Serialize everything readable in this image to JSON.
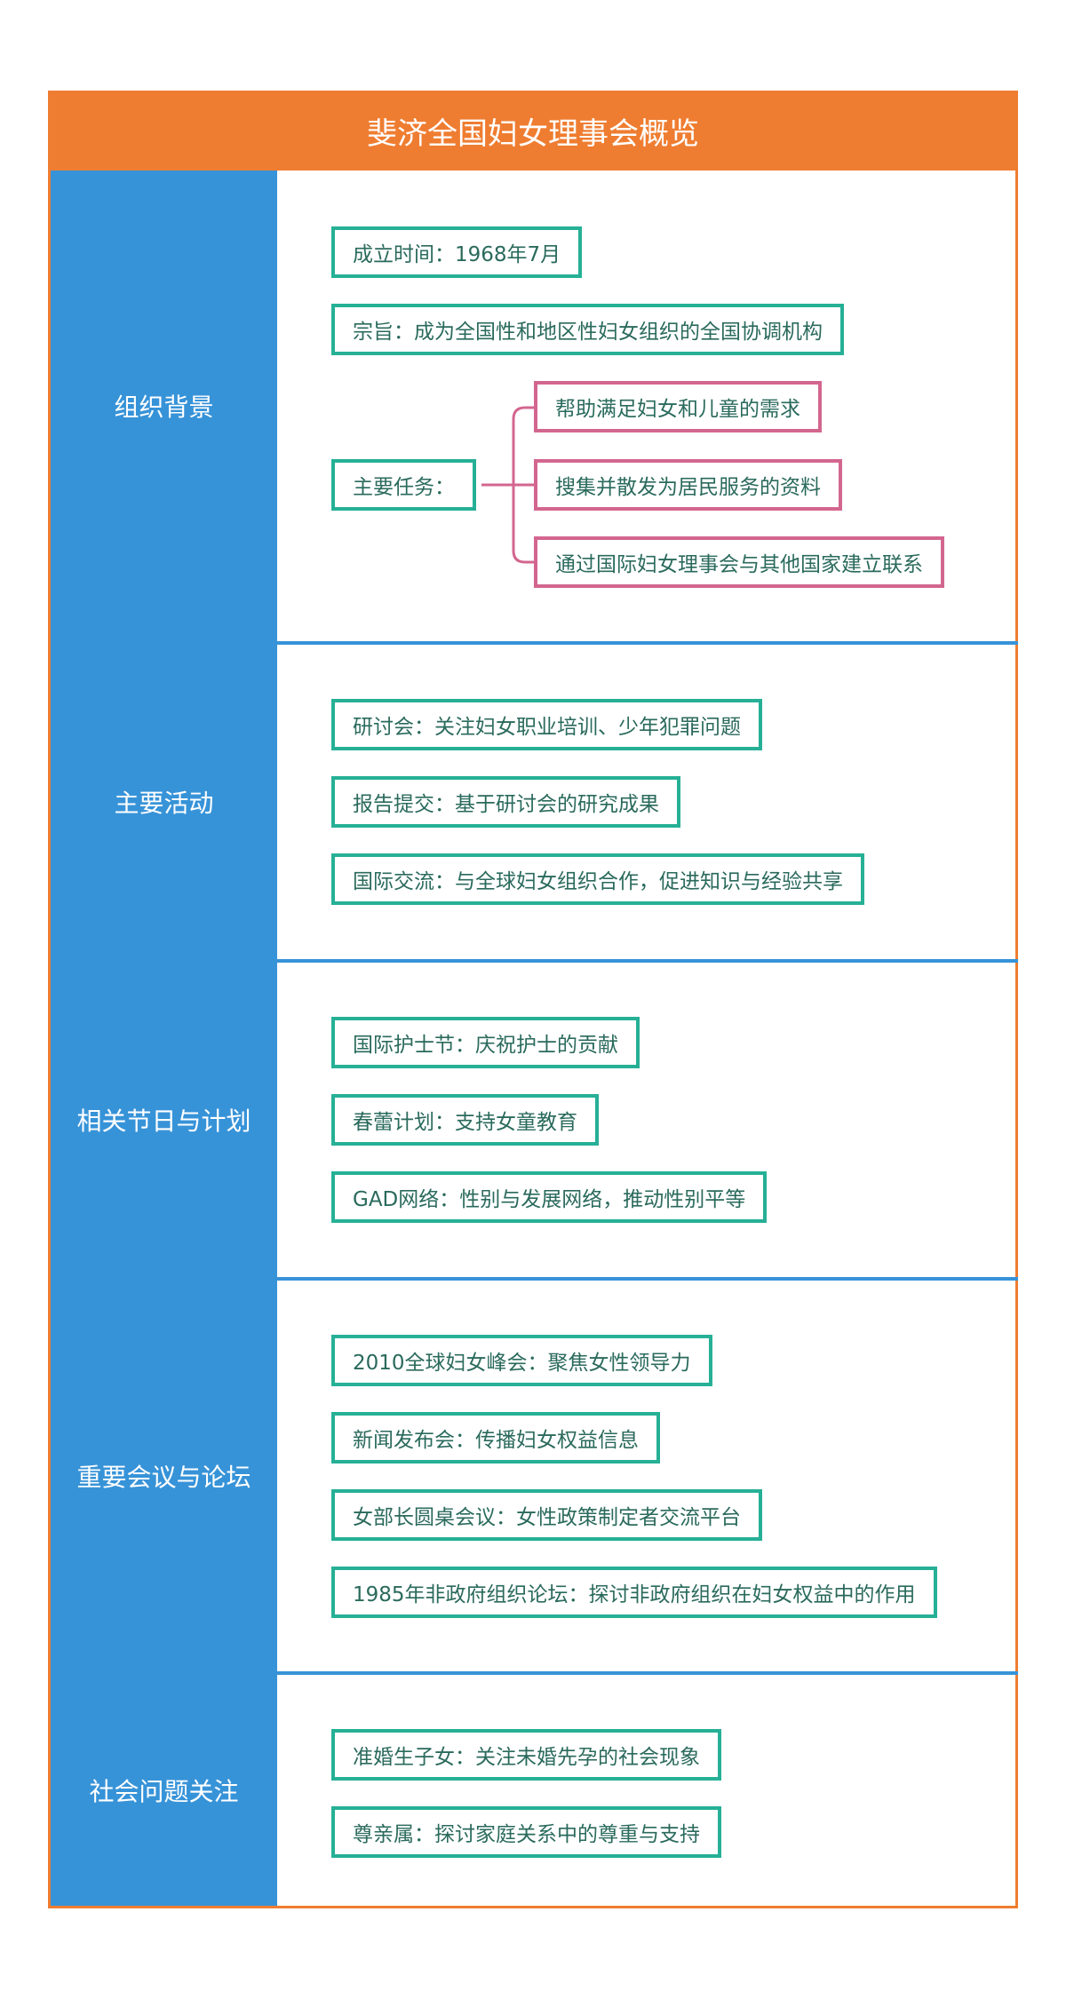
{
  "title": "斐济全国妇女理事会概览",
  "colors": {
    "title_bg": "#ef7d31",
    "sidebar_bg": "#3793d8",
    "node_border": "#26b096",
    "sub_node_border": "#d3668f",
    "node_text": "#2a6a5c"
  },
  "sections": [
    {
      "label": "组织背景",
      "items": [
        "成立时间：1968年7月",
        "宗旨：成为全国性和地区性妇女组织的全国协调机构",
        "主要任务："
      ],
      "sub_items": [
        "帮助满足妇女和儿童的需求",
        "搜集并散发为居民服务的资料",
        "通过国际妇女理事会与其他国家建立联系"
      ]
    },
    {
      "label": "主要活动",
      "items": [
        "研讨会：关注妇女职业培训、少年犯罪问题",
        "报告提交：基于研讨会的研究成果",
        "国际交流：与全球妇女组织合作，促进知识与经验共享"
      ]
    },
    {
      "label": "相关节日与计划",
      "items": [
        "国际护士节：庆祝护士的贡献",
        "春蕾计划：支持女童教育",
        "GAD网络：性别与发展网络，推动性别平等"
      ]
    },
    {
      "label": "重要会议与论坛",
      "items": [
        "2010全球妇女峰会：聚焦女性领导力",
        "新闻发布会：传播妇女权益信息",
        "女部长圆桌会议：女性政策制定者交流平台",
        "1985年非政府组织论坛：探讨非政府组织在妇女权益中的作用"
      ]
    },
    {
      "label": "社会问题关注",
      "items": [
        "准婚生子女：关注未婚先孕的社会现象",
        "尊亲属：探讨家庭关系中的尊重与支持"
      ]
    }
  ]
}
